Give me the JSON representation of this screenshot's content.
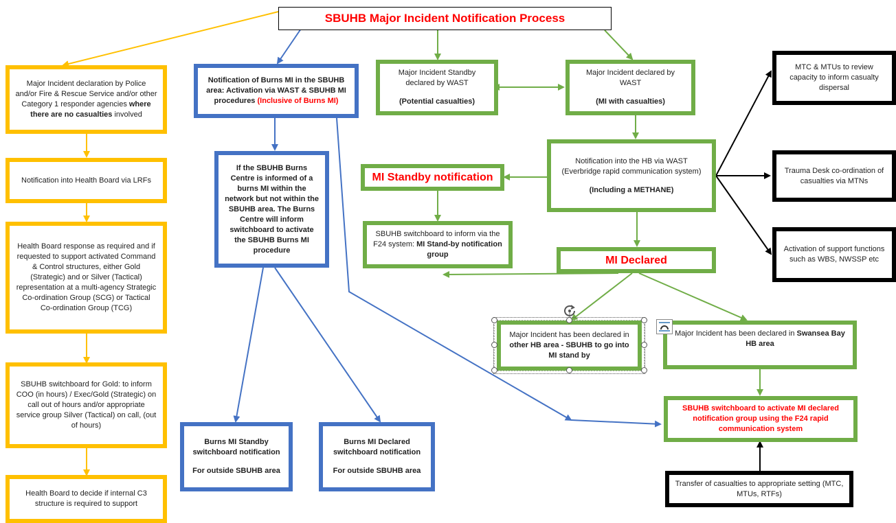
{
  "title": "SBUHB Major Incident Notification Process",
  "colors": {
    "yellow": "#ffc000",
    "blue": "#4472c4",
    "green": "#70ad47",
    "black": "#000000",
    "red": "#ff0000"
  },
  "left_column": {
    "declaration": {
      "text_a": "Major Incident declaration by Police and/or Fire & Rescue Service and/or other Category 1 responder agencies",
      "text_b": "where there are no casualties",
      "text_c": "involved"
    },
    "notification": "Notification into Health Board via LRFs",
    "response": "Health Board response as required and if requested to support activated Command & Control structures, either Gold (Strategic) and or Silver (Tactical) representation at a multi-agency Strategic Co-ordination Group (SCG) or Tactical Co-ordination Group (TCG)",
    "switchboard_gold": "SBUHB switchboard for Gold: to inform COO (in hours) / Exec/Gold (Strategic) on call out of hours and/or appropriate service group Silver (Tactical) on call, (out of hours)",
    "decide_c3": "Health Board to decide if internal C3 structure is required to support"
  },
  "burns": {
    "notification": {
      "text_a": "Notification of Burns MI in the SBUHB area: Activation via WAST & SBUHB MI procedures",
      "text_b": "(Inclusive of Burns MI)"
    },
    "informed": "If the SBUHB Burns Centre is informed of a burns MI within the network but not within the SBUHB area. The Burns Centre will inform switchboard to activate the SBUHB Burns MI procedure",
    "standby": {
      "line1": "Burns MI Standby switchboard notification",
      "line2": "For outside SBUHB area"
    },
    "declared": {
      "line1": "Burns MI Declared switchboard notification",
      "line2": "For outside SBUHB area"
    }
  },
  "wast": {
    "standby": {
      "line1": "Major Incident Standby declared by WAST",
      "line2": "(Potential casualties)"
    },
    "declared": {
      "line1": "Major Incident declared by WAST",
      "line2": "(MI with casualties)"
    },
    "notification": {
      "line1": "Notification into the HB via WAST (Everbridge rapid communication system)",
      "line2": "(Including a METHANE)"
    }
  },
  "mi_standby_notification": "MI Standby notification",
  "switchboard_standby": {
    "text_a": "SBUHB switchboard to inform via the F24 system:",
    "text_b": "MI Stand-by notification group"
  },
  "mi_declared": "MI Declared",
  "other_hb": {
    "text_a": "Major Incident has been declared in",
    "text_b": "other HB area - SBUHB to go into MI stand by"
  },
  "swansea": {
    "text_a": "Major Incident has been declared in",
    "text_b": "Swansea Bay HB area"
  },
  "activate_declared": "SBUHB switchboard to activate MI declared notification group using the F24 rapid communication system",
  "black": {
    "mtc": "MTC & MTUs to review capacity to inform casualty dispersal",
    "trauma": "Trauma Desk co-ordination of casualties via MTNs",
    "support": "Activation of support functions such as WBS, NWSSP etc",
    "transfer": "Transfer of casualties to appropriate setting (MTC, MTUs, RTFs)"
  },
  "icons": [
    "rotate-handle-icon",
    "layout-options-icon"
  ]
}
